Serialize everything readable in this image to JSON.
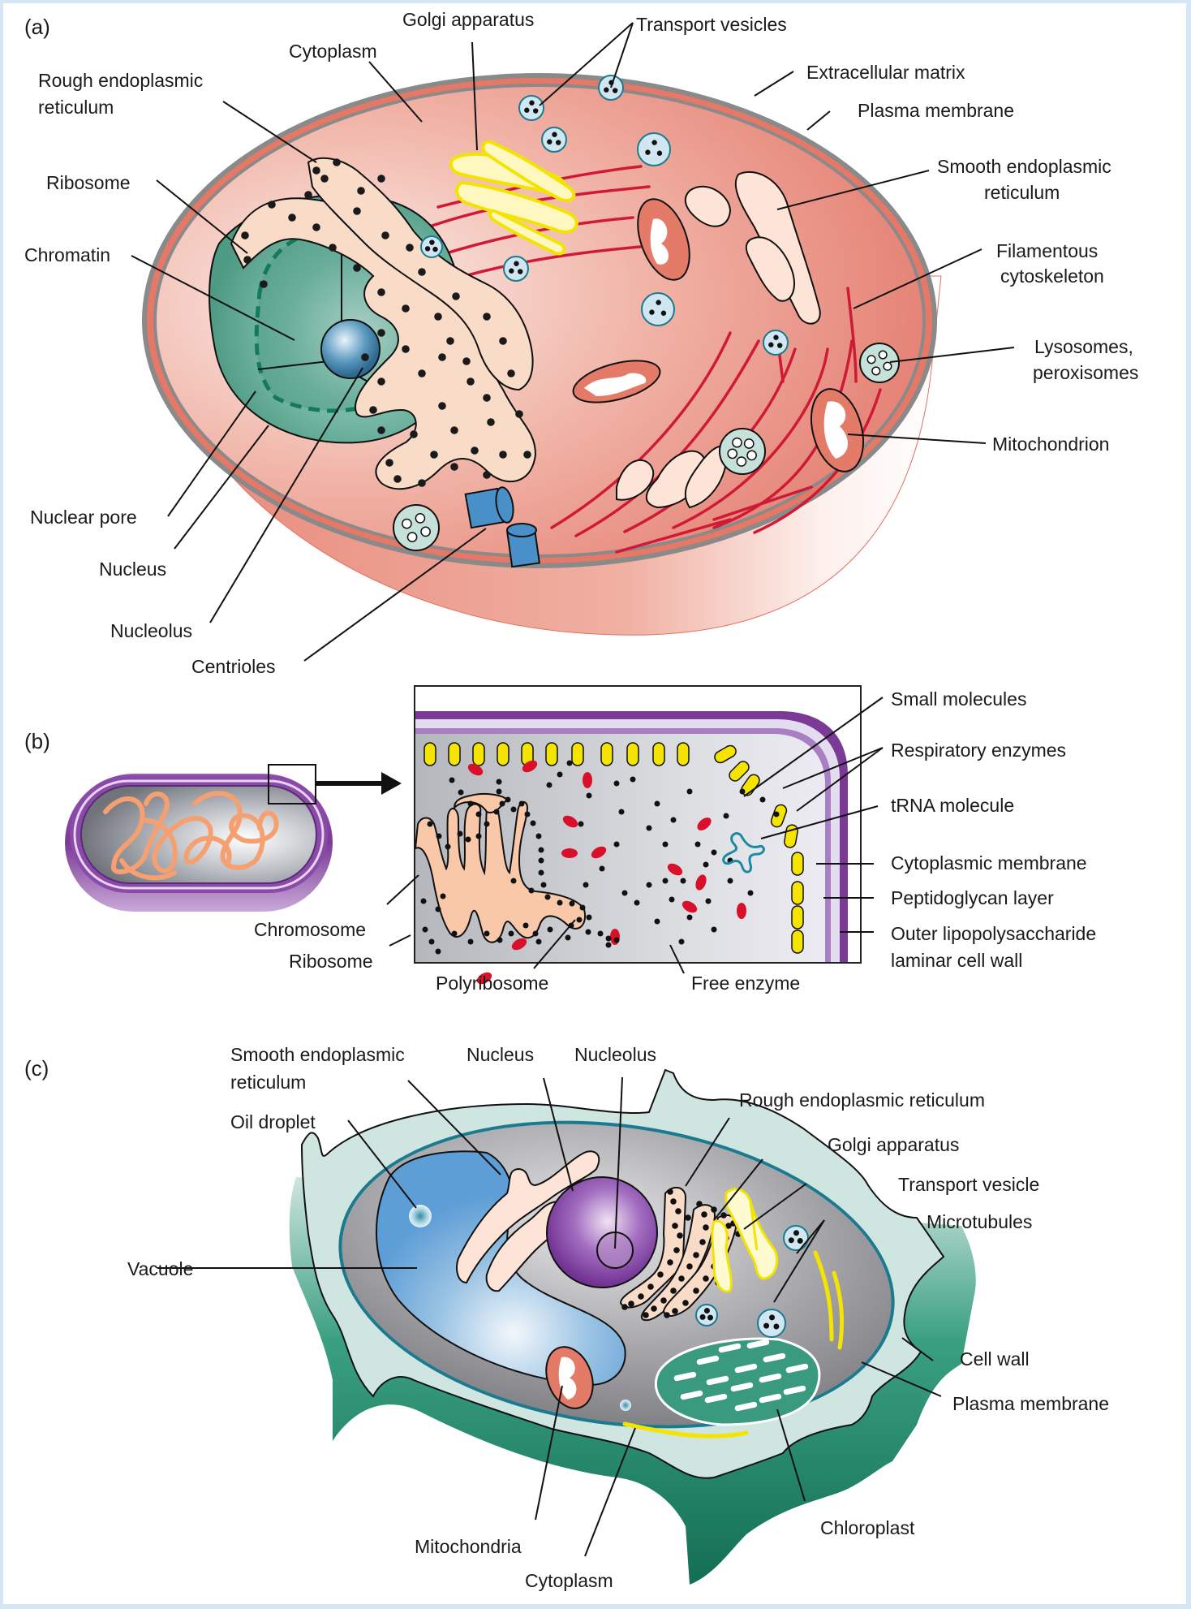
{
  "panels": {
    "a": {
      "label": "(a)",
      "title": "Eukaryotic animal cell",
      "labels": {
        "golgi": "Golgi apparatus",
        "transport_vesicles": "Transport vesicles",
        "cytoplasm": "Cytoplasm",
        "extracellular_matrix": "Extracellular matrix",
        "rer_1": "Rough endoplasmic",
        "rer_2": "reticulum",
        "plasma_membrane": "Plasma membrane",
        "ser_1": "Smooth endoplasmic",
        "ser_2": "reticulum",
        "ribosome": "Ribosome",
        "chromatin": "Chromatin",
        "filamentous_1": "Filamentous",
        "filamentous_2": "cytoskeleton",
        "lysosomes_1": "Lysosomes,",
        "lysosomes_2": "peroxisomes",
        "mitochondrion": "Mitochondrion",
        "nuclear_pore": "Nuclear pore",
        "nucleus": "Nucleus",
        "nucleolus": "Nucleolus",
        "centrioles": "Centrioles"
      }
    },
    "b": {
      "label": "(b)",
      "title": "Prokaryotic bacterial cell",
      "labels": {
        "small_molecules": "Small molecules",
        "respiratory_enzymes": "Respiratory enzymes",
        "trna": "tRNA molecule",
        "cytoplasmic_membrane": "Cytoplasmic membrane",
        "peptidoglycan": "Peptidoglycan layer",
        "outer_1": "Outer lipopolysaccharide",
        "outer_2": "laminar cell wall",
        "chromosome": "Chromosome",
        "ribosome": "Ribosome",
        "polyribosome": "Polyribosome",
        "free_enzyme": "Free enzyme"
      }
    },
    "c": {
      "label": "(c)",
      "title": "Eukaryotic plant cell",
      "labels": {
        "ser_1": "Smooth endoplasmic",
        "ser_2": "reticulum",
        "nucleus": "Nucleus",
        "nucleolus": "Nucleolus",
        "rer": "Rough endoplasmic reticulum",
        "oil_droplet": "Oil droplet",
        "golgi": "Golgi apparatus",
        "transport_vesicle": "Transport vesicle",
        "microtubules": "Microtubules",
        "vacuole": "Vacuole",
        "cell_wall": "Cell wall",
        "plasma_membrane": "Plasma membrane",
        "chloroplast": "Chloroplast",
        "mitochondria": "Mitochondria",
        "cytoplasm": "Cytoplasm"
      }
    }
  },
  "colors": {
    "page_border": "#d6e6f5",
    "animal_cytoplasm": "#e88a7a",
    "animal_rim": "#e87a6a",
    "membrane_gray": "#888888",
    "nucleus_green": "#5fa890",
    "nucleolus_blue": "#3d7fa3",
    "rer_fill": "#f8dcc8",
    "golgi_yellow": "#fff7b0",
    "golgi_edge": "#f2e400",
    "filament_red": "#d01a35",
    "vesicle_blue": "#d0e6f0",
    "lysosome_green": "#c6e0da",
    "bacteria_purple": "#7a3a96",
    "bacteria_gray": "#c8c9cc",
    "chromosome_orange": "#f5a070",
    "enzyme_yellow": "#f5e400",
    "enzyme_red": "#d8102a",
    "trna_teal": "#1a8aa0",
    "plant_wall": "#cfe5e0",
    "plant_wall_dark": "#1e8a6a",
    "plant_cytoplasm": "#8a8a8e",
    "vacuole_blue": "#5ea0d8",
    "nucleus_purple": "#8a4aa8",
    "chloroplast_green": "#3a9a80"
  }
}
